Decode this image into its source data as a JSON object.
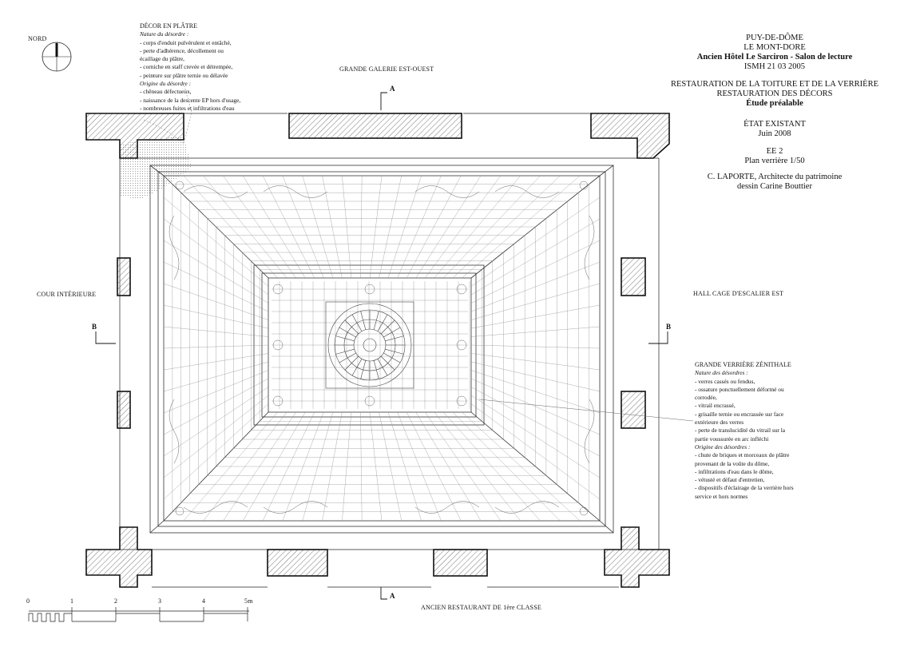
{
  "north": {
    "label": "NORD"
  },
  "decor_note": {
    "title": "DÉCOR EN PLÂTRE",
    "nature_heading": "Nature du désordre :",
    "nature_items": [
      "- corps d'enduit pulvérulent et entâché,",
      "- perte d'adhérence, décollement ou",
      "écaillage du plâtre,",
      "- corniche en staff crevée et détrempée,",
      "- peinture sur plâtre ternie ou délavée"
    ],
    "origine_heading": "Origine du désordre :",
    "origine_items": [
      "- chêneau défectueux,",
      "- naissance de la descente EP hors d'usage,",
      "- nombreuses fuites et infiltrations d'eau"
    ]
  },
  "verriere_note": {
    "title": "GRANDE VERRIÈRE ZÉNITHALE",
    "nature_heading": "Nature des désordres :",
    "nature_items": [
      "- verres cassés ou fendus,",
      "- ossature ponctuellement déformé ou",
      "corrodée,",
      "- vitrail encrassé,",
      "- grisaille ternie ou encrassée sur face",
      "extérieure des verres",
      "- perte de translucidité du vitrail sur la",
      "partie voussurée en arc infléchi"
    ],
    "origine_heading": "Origine des désordres :",
    "origine_items": [
      "- chute de briques et morceaux de plâtre",
      "provenant de la voûte du dôme,",
      "- infiltrations d'eau dans le dôme,",
      "- vétusté et défaut d'entretien,",
      "- dispositifs d'éclairage de la verrière hors",
      "service et hors normes"
    ]
  },
  "title_block": {
    "line1": "PUY-DE-DÔME",
    "line2": "LE MONT-DORE",
    "line3": "Ancien Hôtel Le Sarciron - Salon de lecture",
    "line4": "ISMH 21 03 2005",
    "line5": "RESTAURATION DE LA TOITURE ET DE LA VERRIÈRE",
    "line6": "RESTAURATION DES DÉCORS",
    "line7": "Étude préalable",
    "line8": "ÉTAT EXISTANT",
    "line9": "Juin 2008",
    "line10": "EE 2",
    "line11": "Plan verrière  1/50",
    "line12": "C. LAPORTE, Architecte du patrimoine",
    "line13": "dessin Carine Bouttier"
  },
  "labels": {
    "top": "GRANDE GALERIE EST-OUEST",
    "left": "COUR INTÉRIEURE",
    "right": "HALL CAGE D'ESCALIER EST",
    "bottom": "ANCIEN RESTAURANT DE 1ère CLASSE",
    "section_a_top": "A",
    "section_a_bottom": "A",
    "section_b_left": "B",
    "section_b_right": "B"
  },
  "scale": {
    "ticks": [
      "0",
      "1",
      "2",
      "3",
      "4",
      "5m"
    ]
  }
}
